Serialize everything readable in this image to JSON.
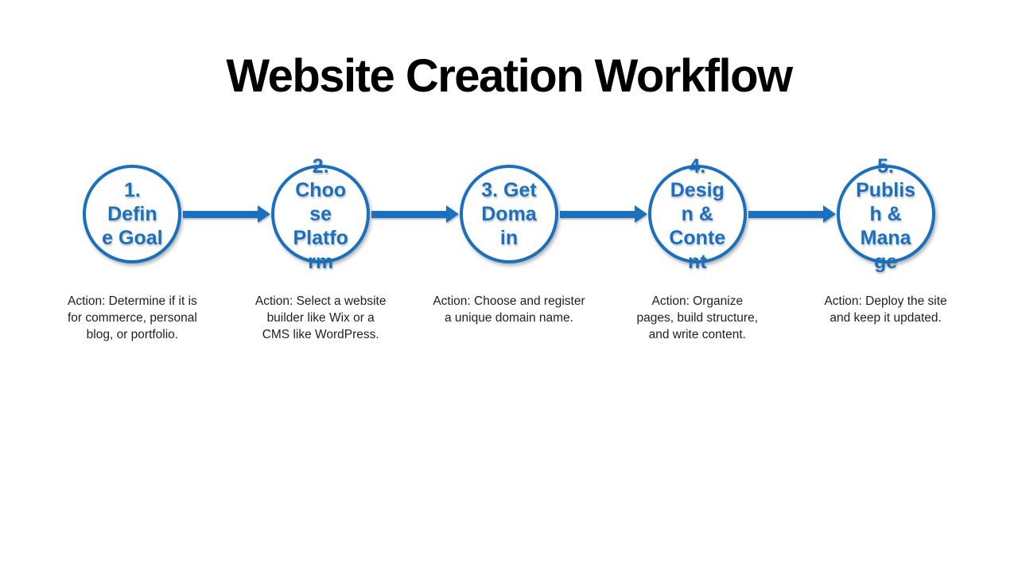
{
  "title": "Website Creation Workflow",
  "colors": {
    "accent": "#1B6FBF",
    "title_text": "#000000",
    "action_text": "#1F1F1F",
    "background": "#FFFFFF"
  },
  "steps": [
    {
      "label": "1. Define Goal",
      "label_lines": [
        "1.",
        "Defin",
        "e Goal"
      ],
      "action": "Action: Determine if it is for commerce, personal blog, or portfolio."
    },
    {
      "label": "2. Choose Platform",
      "label_lines": [
        "2.",
        "Choo",
        "se",
        "Platfo",
        "rm"
      ],
      "action": "Action: Select a website builder like Wix or a CMS like WordPress."
    },
    {
      "label": "3. Get Domain",
      "label_lines": [
        "3. Get",
        "Doma",
        "in"
      ],
      "action": "Action: Choose and register a unique domain name."
    },
    {
      "label": "4. Design & Content",
      "label_lines": [
        "4.",
        "Desig",
        "n &",
        "Conte",
        "nt"
      ],
      "action": "Action: Organize pages, build structure, and write content."
    },
    {
      "label": "5. Publish & Manage",
      "label_lines": [
        "5.",
        "Publis",
        "h &",
        "Mana",
        "ge"
      ],
      "action": "Action: Deploy the site and keep it updated."
    }
  ]
}
